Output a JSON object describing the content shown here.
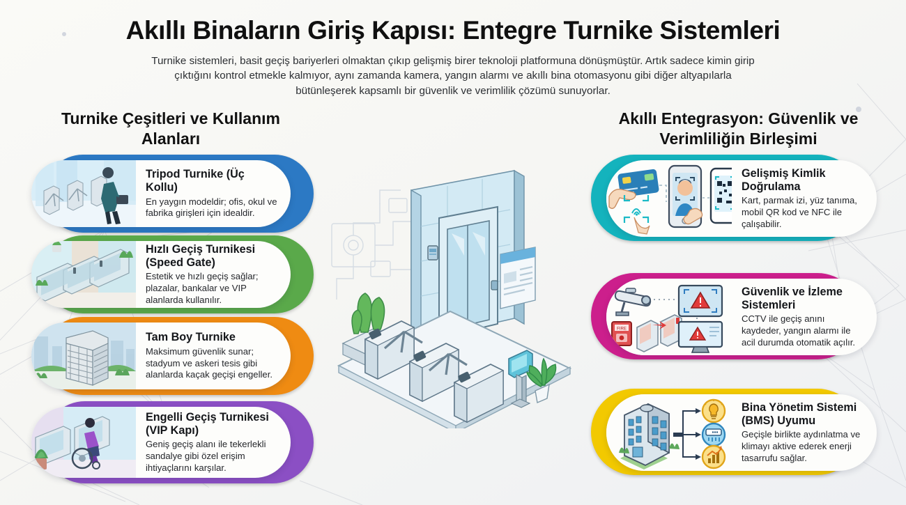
{
  "header": {
    "title": "Akıllı Binaların Giriş Kapısı: Entegre Turnike Sistemleri",
    "subtitle": "Turnike sistemleri, basit geçiş bariyerleri olmaktan çıkıp gelişmiş birer teknoloji platformuna dönüşmüştür. Artık sadece kimin girip çıktığını kontrol etmekle kalmıyor, aynı zamanda kamera, yangın alarmı ve akıllı bina otomasyonu gibi diğer altyapılarla bütünleşerek kapsamlı bir güvenlik ve verimlilik çözümü sunuyorlar."
  },
  "left_column": {
    "heading": "Turnike Çeşitleri ve Kullanım Alanları",
    "cards": [
      {
        "title": "Tripod Turnike (Üç Kollu)",
        "desc": "En yaygın modeldir; ofis, okul ve fabrika girişleri için idealdir.",
        "accent": "#2c79c4",
        "image": "tripod-turnstile-office-photo"
      },
      {
        "title": "Hızlı Geçiş Turnikesi (Speed Gate)",
        "desc": "Estetik ve hızlı geçiş sağlar; plazalar, bankalar ve VIP alanlarda kullanılır.",
        "accent": "#5aa94a",
        "image": "speed-gate-lobby-photo"
      },
      {
        "title": "Tam Boy Turnike",
        "desc": "Maksimum güvenlik sunar; stadyum ve askeri tesis gibi alanlarda kaçak geçişi engeller.",
        "accent": "#ef8b12",
        "image": "full-height-turnstile-photo"
      },
      {
        "title": "Engelli Geçiş Turnikesi (VIP Kapı)",
        "desc": "Geniş geçiş alanı ile tekerlekli sandalye gibi özel erişim ihtiyaçlarını karşılar.",
        "accent": "#8b4fc4",
        "image": "accessible-wide-gate-wheelchair-photo"
      }
    ]
  },
  "right_column": {
    "heading": "Akıllı Entegrasyon: Güvenlik ve Verimliliğin Birleşimi",
    "cards": [
      {
        "title": "Gelişmiş Kimlik Doğrulama",
        "desc": "Kart, parmak izi, yüz tanıma, mobil QR kod ve NFC ile çalışabilir.",
        "accent": "#14b3bd",
        "image": "card-fingerprint-face-qr-nfc-icons"
      },
      {
        "title": "Güvenlik ve İzleme Sistemleri",
        "desc": "CCTV ile geçiş anını kaydeder, yangın alarmı ile acil durumda otomatik açılır.",
        "accent": "#cc1f8c",
        "image": "cctv-fire-alarm-monitor-icons"
      },
      {
        "title": "Bina Yönetim Sistemi (BMS) Uyumu",
        "desc": "Geçişle birlikte aydınlatma ve klimayı aktive ederek enerji tasarrufu sağlar.",
        "accent": "#f2c900",
        "image": "building-lighting-hvac-analytics-icons"
      }
    ]
  },
  "center": {
    "illustration": "isometric-lobby-turnstiles-glass-entrance"
  },
  "theme": {
    "background": "#f7f7f4",
    "card_background": "#fdfdfb",
    "title_color": "#101010",
    "body_color": "#24262b"
  }
}
